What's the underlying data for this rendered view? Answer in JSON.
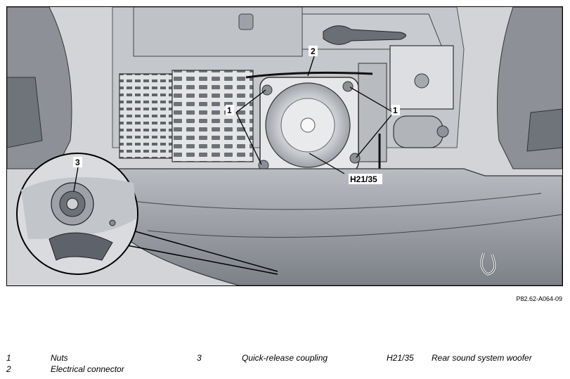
{
  "figure": {
    "callouts": [
      {
        "id": "c1a",
        "label": "1"
      },
      {
        "id": "c1b",
        "label": "1"
      },
      {
        "id": "c2",
        "label": "2"
      },
      {
        "id": "c3",
        "label": "3"
      },
      {
        "id": "cH",
        "label": "H21/35"
      }
    ],
    "code": "P82.62-A064-09"
  },
  "legend": {
    "items": [
      {
        "key": "1",
        "desc": "Nuts"
      },
      {
        "key": "2",
        "desc": "Electrical connector"
      },
      {
        "key": "3",
        "desc": "Quick-release coupling"
      },
      {
        "key": "H21/35",
        "desc": "Rear sound system woofer"
      }
    ]
  }
}
